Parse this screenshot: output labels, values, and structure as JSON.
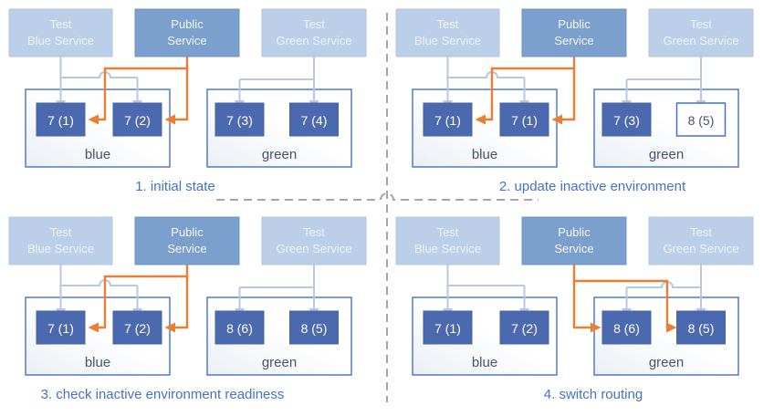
{
  "diagram": {
    "type": "blue-green-deployment-stages",
    "colors": {
      "service_light_fill": "#BCCFE8",
      "service_light_text": "#EDF2FA",
      "public_service_fill": "#7BA0CE",
      "public_service_text": "#F3F7FC",
      "version_box_fill": "#4B69AE",
      "version_box_text": "#FFFFFF",
      "version_outline_border": "#4472C4",
      "version_outline_text": "#44546A",
      "environment_border": "#4472C4",
      "environment_label_text": "#44546A",
      "test_route_arrow": "#B6C8E2",
      "public_route_arrow": "#ED7D31",
      "caption_text": "#4472C4",
      "divider": "#A6A6A6"
    },
    "quadrants": [
      {
        "caption": "1. initial state",
        "public_routes_to": "blue",
        "services": {
          "test_blue": {
            "line1": "Test",
            "line2": "Blue Service"
          },
          "public": {
            "line1": "Public",
            "line2": "Service"
          },
          "test_green": {
            "line1": "Test",
            "line2": "Green Service"
          }
        },
        "environments": {
          "blue": {
            "label": "blue",
            "versions": [
              {
                "label": "7 (1)",
                "style": "filled"
              },
              {
                "label": "7 (2)",
                "style": "filled"
              }
            ]
          },
          "green": {
            "label": "green",
            "versions": [
              {
                "label": "7 (3)",
                "style": "filled"
              },
              {
                "label": "7 (4)",
                "style": "filled"
              }
            ]
          }
        }
      },
      {
        "caption": "2. update inactive environment",
        "public_routes_to": "blue",
        "services": {
          "test_blue": {
            "line1": "Test",
            "line2": "Blue Service"
          },
          "public": {
            "line1": "Public",
            "line2": "Service"
          },
          "test_green": {
            "line1": "Test",
            "line2": "Green Service"
          }
        },
        "environments": {
          "blue": {
            "label": "blue",
            "versions": [
              {
                "label": "7 (1)",
                "style": "filled"
              },
              {
                "label": "7 (1)",
                "style": "filled"
              }
            ]
          },
          "green": {
            "label": "green",
            "versions": [
              {
                "label": "7 (3)",
                "style": "filled"
              },
              {
                "label": "8 (5)",
                "style": "outline"
              }
            ]
          }
        }
      },
      {
        "caption": "3. check inactive environment readiness",
        "public_routes_to": "blue",
        "services": {
          "test_blue": {
            "line1": "Test",
            "line2": "Blue Service"
          },
          "public": {
            "line1": "Public",
            "line2": "Service"
          },
          "test_green": {
            "line1": "Test",
            "line2": "Green Service"
          }
        },
        "environments": {
          "blue": {
            "label": "blue",
            "versions": [
              {
                "label": "7 (1)",
                "style": "filled"
              },
              {
                "label": "7 (2)",
                "style": "filled"
              }
            ]
          },
          "green": {
            "label": "green",
            "versions": [
              {
                "label": "8 (6)",
                "style": "filled"
              },
              {
                "label": "8 (5)",
                "style": "filled"
              }
            ]
          }
        }
      },
      {
        "caption": "4. switch routing",
        "public_routes_to": "green",
        "services": {
          "test_blue": {
            "line1": "Test",
            "line2": "Blue Service"
          },
          "public": {
            "line1": "Public",
            "line2": "Service"
          },
          "test_green": {
            "line1": "Test",
            "line2": "Green Service"
          }
        },
        "environments": {
          "blue": {
            "label": "blue",
            "versions": [
              {
                "label": "7 (1)",
                "style": "filled"
              },
              {
                "label": "7 (2)",
                "style": "filled"
              }
            ]
          },
          "green": {
            "label": "green",
            "versions": [
              {
                "label": "8 (6)",
                "style": "filled"
              },
              {
                "label": "8 (5)",
                "style": "filled"
              }
            ]
          }
        }
      }
    ]
  }
}
